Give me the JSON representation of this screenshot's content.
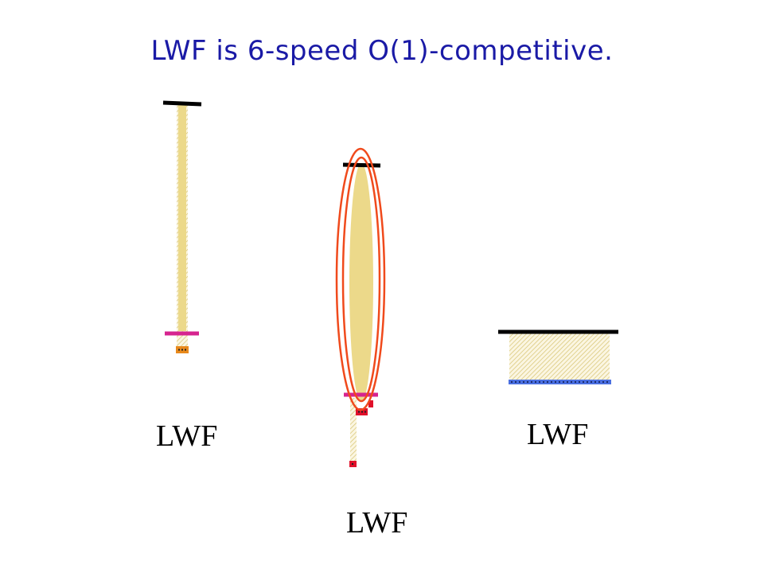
{
  "slide": {
    "title": "LWF is 6-speed O(1)-competitive."
  },
  "diagram": {
    "labels": {
      "left": "LWF",
      "middle": "LWF",
      "right": "LWF"
    },
    "colors": {
      "title": "#1a1aa6",
      "bar_fill": "#ecd98a",
      "bar_hatch": "#d7c36f",
      "top_line": "#000000",
      "magenta_line": "#d6248f",
      "blue_line": "#4a6fe0",
      "orange_marker": "#e8891c",
      "red_marker": "#e0102a",
      "ellipse_stroke": "#f04a1c"
    }
  }
}
